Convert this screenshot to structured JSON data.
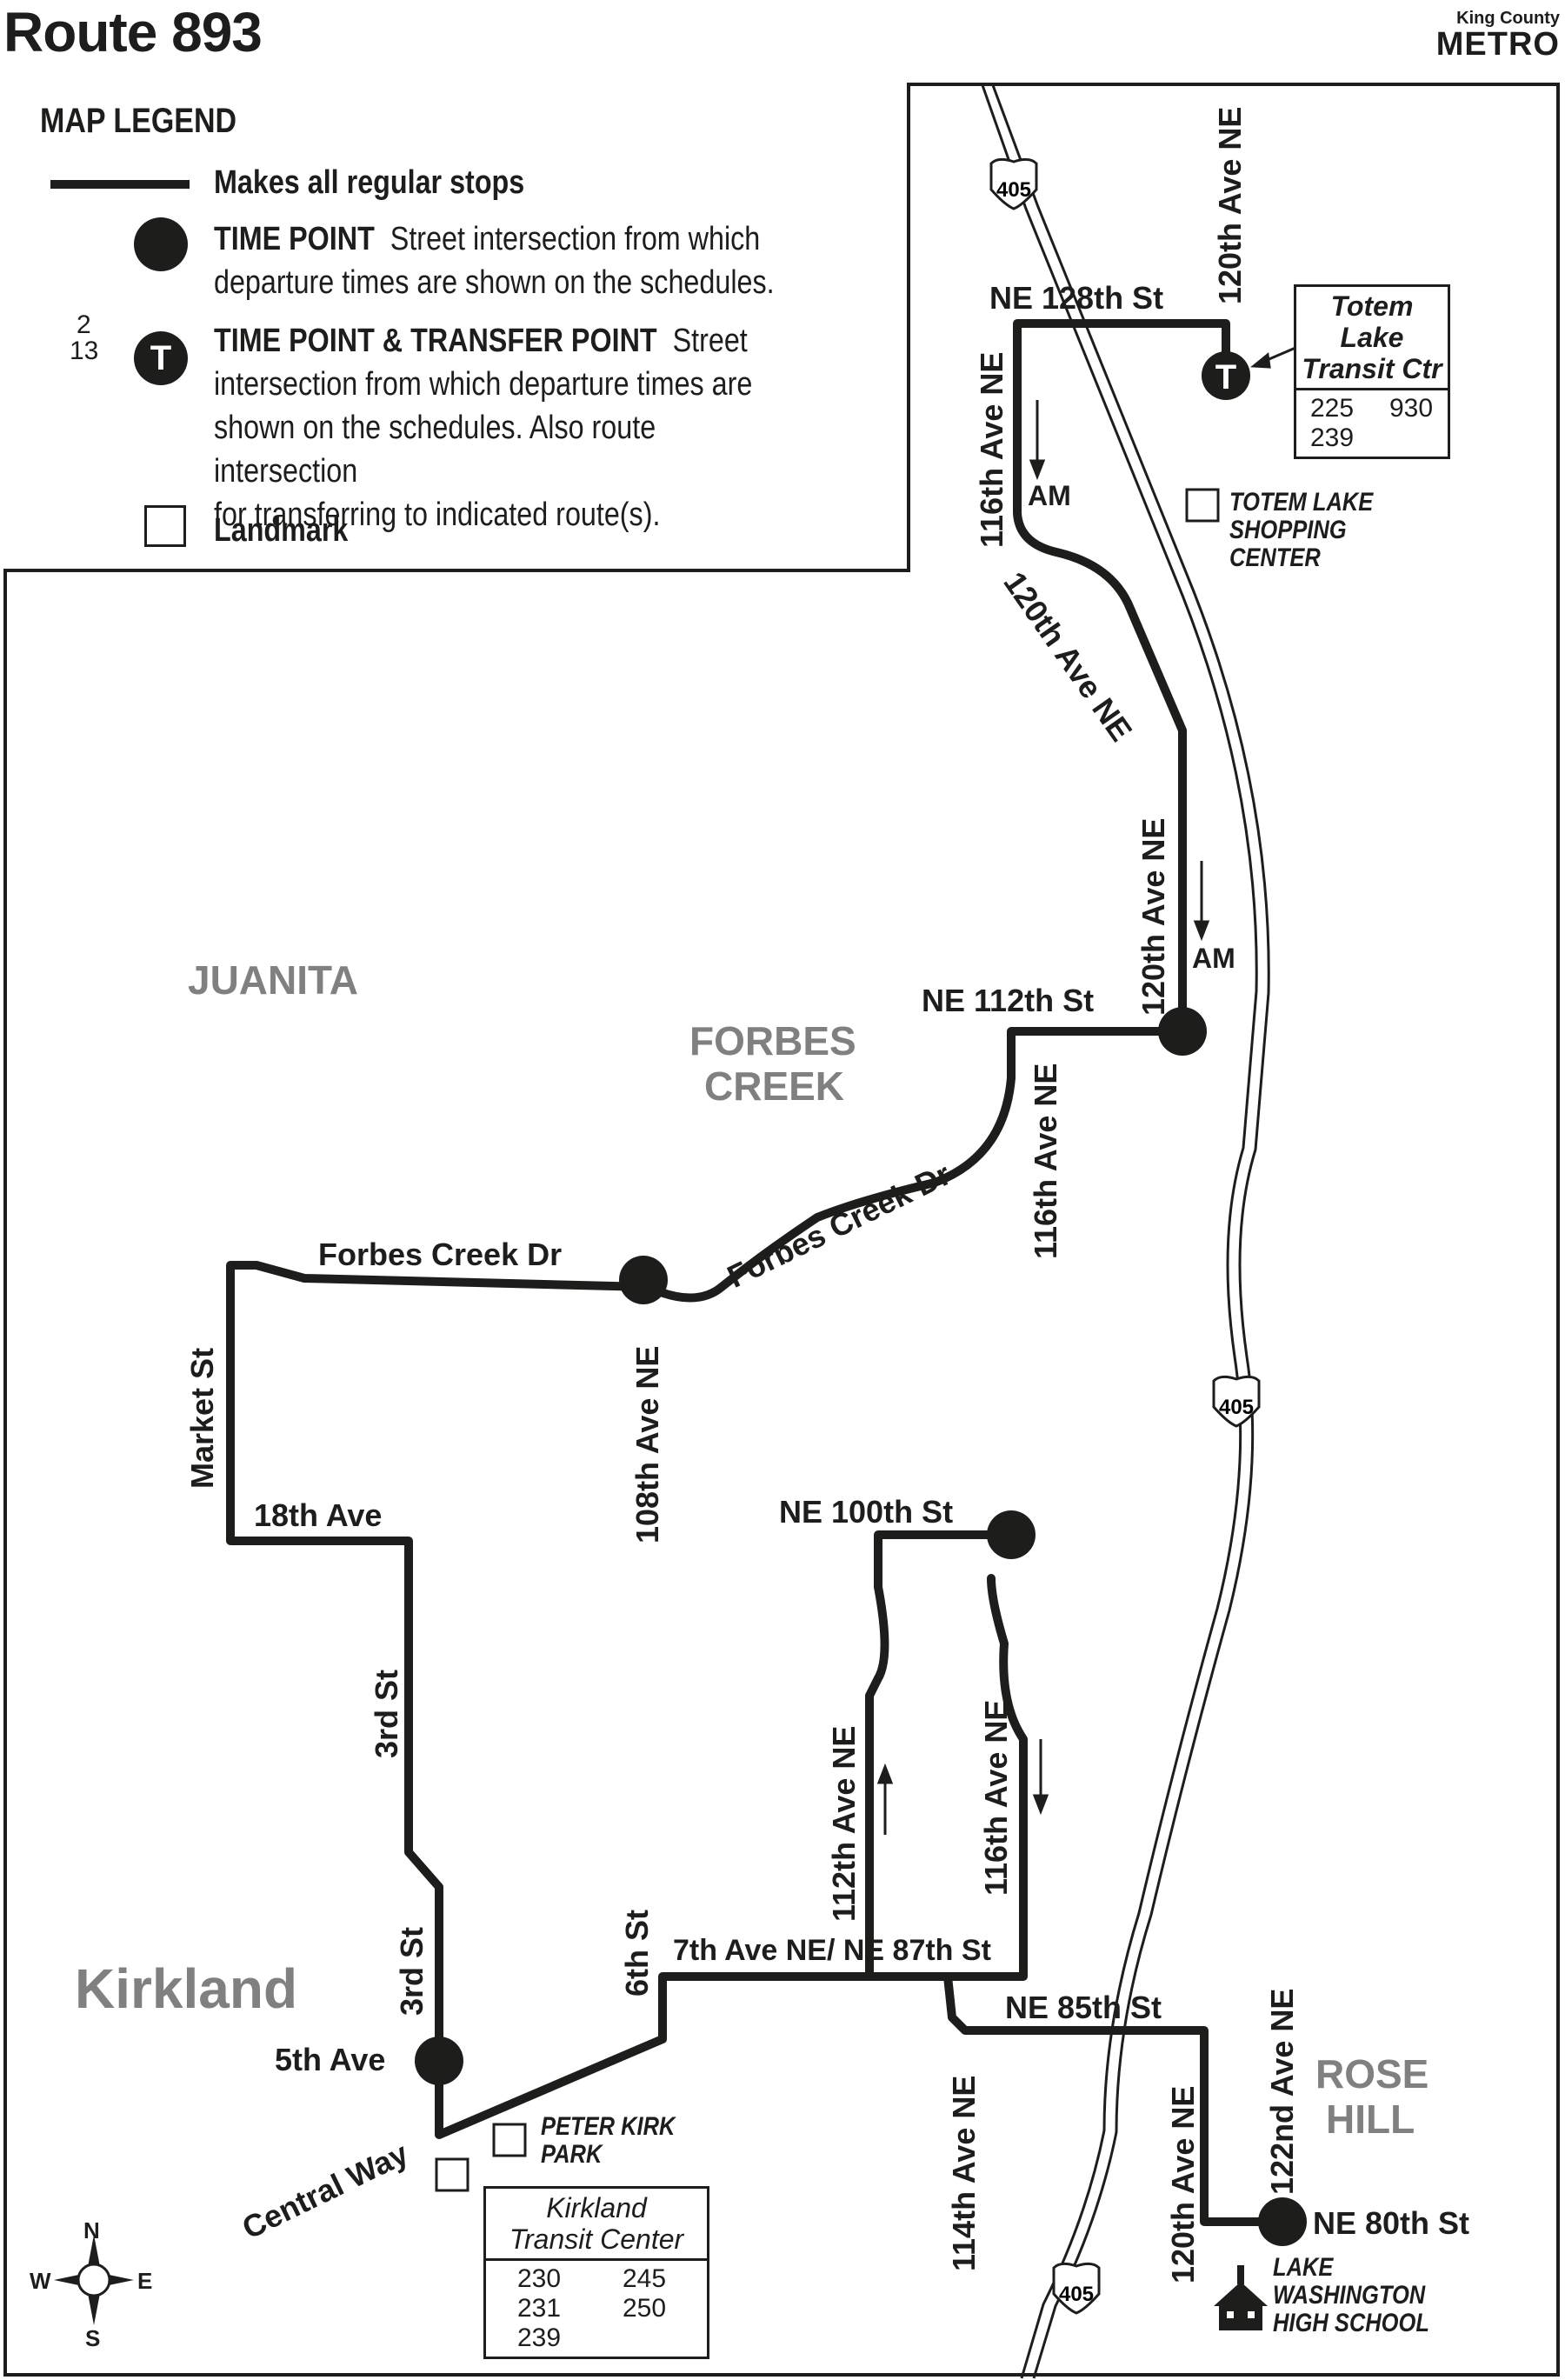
{
  "title": "Route 893",
  "brand": {
    "top": "King County",
    "name": "METRO"
  },
  "legend": {
    "heading": "MAP LEGEND",
    "regular_stops": "Makes all regular stops",
    "time_point_bold": "TIME POINT",
    "time_point_line1": "Street intersection from which",
    "time_point_line2": "departure times are shown on the schedules.",
    "transfer_bold": "TIME POINT & TRANSFER POINT",
    "transfer_line1": "Street",
    "transfer_line2": "intersection from which departure times are",
    "transfer_line3": "shown on the schedules. Also route intersection",
    "transfer_line4": "for transferring to indicated route(s).",
    "transfer_example_routes_top": "2",
    "transfer_example_routes_bottom": "13",
    "transfer_icon_letter": "T",
    "landmark": "Landmark"
  },
  "areas": {
    "juanita": "JUANITA",
    "forbes1": "FORBES",
    "forbes2": "CREEK",
    "kirkland": "Kirkland",
    "rose1": "ROSE",
    "rose2": "HILL"
  },
  "streets": {
    "ne128": "NE 128th St",
    "ave120_top": "120th Ave NE",
    "ave116_top": "116th Ave NE",
    "ave120_diag": "120th Ave NE",
    "ave120_mid": "120th Ave NE",
    "ne112": "NE 112th St",
    "ave116_mid": "116th Ave NE",
    "forbes_diag": "Forbes Creek Dr",
    "forbes_horiz": "Forbes Creek Dr",
    "ave108": "108th Ave NE",
    "market": "Market St",
    "ave18": "18th Ave",
    "st3_upper": "3rd St",
    "st3_lower": "3rd St",
    "ave5": "5th Ave",
    "central": "Central Way",
    "st6": "6th St",
    "ne100": "NE 100th St",
    "ave112": "112th Ave NE",
    "ave116_low": "116th Ave NE",
    "seventh": "7th Ave NE/ NE 87th St",
    "ne85": "NE 85th St",
    "ave114": "114th Ave NE",
    "ave120_low": "120th Ave NE",
    "ave122": "122nd Ave NE",
    "ne80": "NE 80th St"
  },
  "highway": {
    "shield": "405"
  },
  "direction": {
    "am1": "AM",
    "am2": "AM"
  },
  "landmarks": {
    "totem_shop": [
      "TOTEM LAKE",
      "SHOPPING",
      "CENTER"
    ],
    "peter_kirk": [
      "PETER KIRK",
      "PARK"
    ],
    "lwhs": [
      "LAKE",
      "WASHINGTON",
      "HIGH SCHOOL"
    ]
  },
  "transit_centers": {
    "totem": {
      "name": [
        "Totem",
        "Lake",
        "Transit Ctr"
      ],
      "routes": [
        "225",
        "930",
        "239"
      ]
    },
    "kirkland": {
      "name": [
        "Kirkland",
        "Transit Center"
      ],
      "routes": [
        "230",
        "245",
        "231",
        "250",
        "239"
      ]
    }
  },
  "compass": {
    "n": "N",
    "s": "S",
    "e": "E",
    "w": "W"
  },
  "colors": {
    "ink": "#1d1d1b",
    "area_gray": "#808080"
  }
}
